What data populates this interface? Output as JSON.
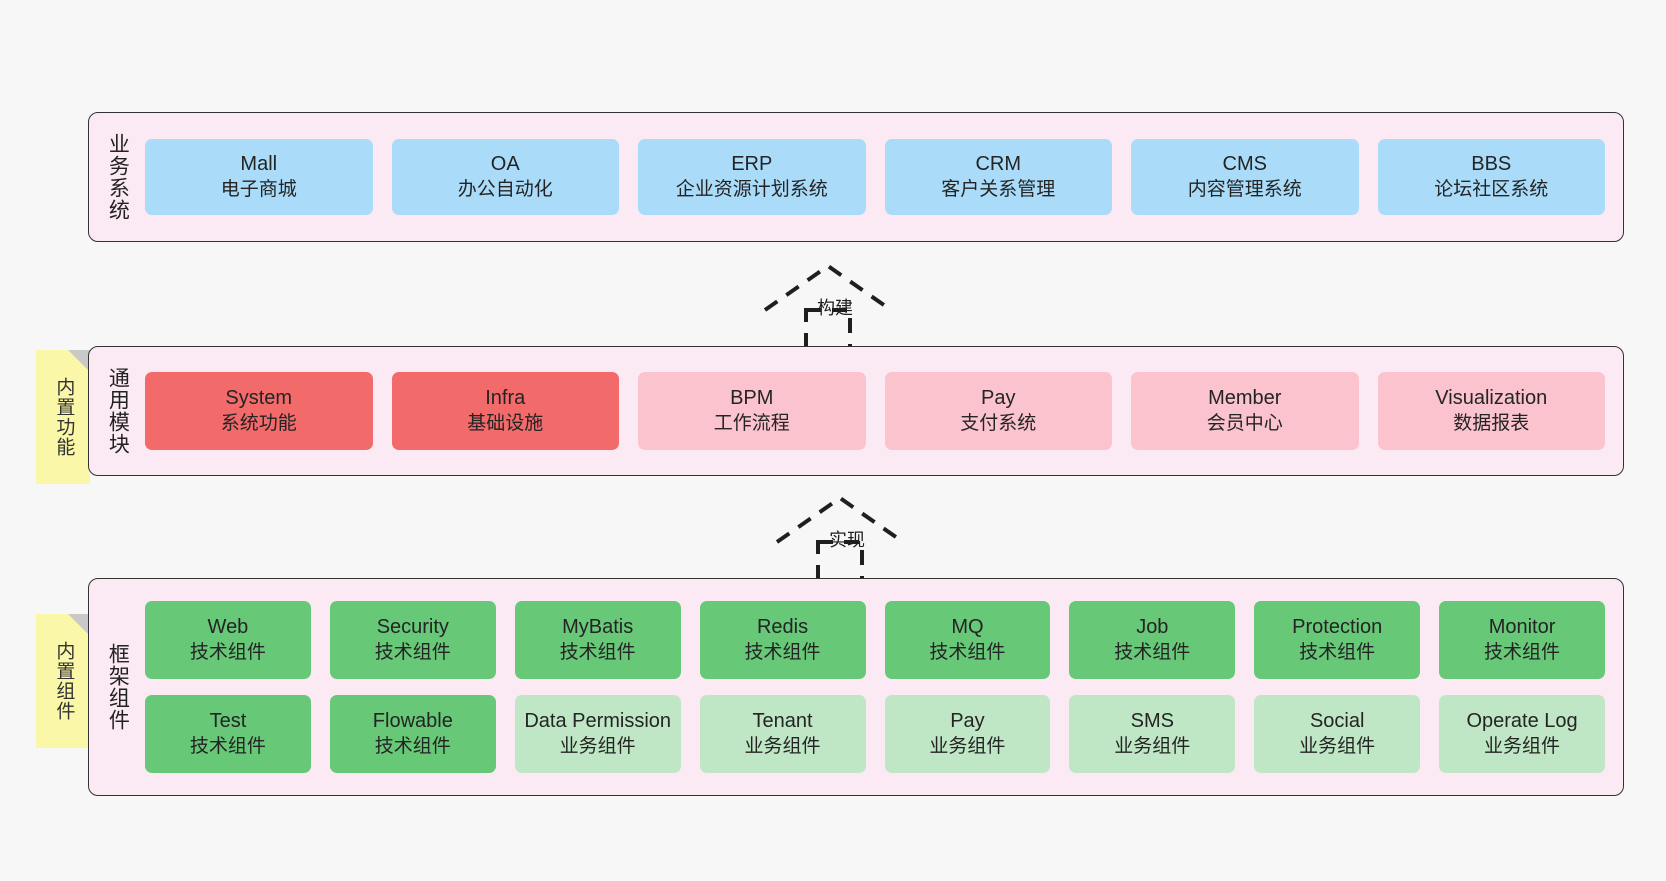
{
  "diagram": {
    "background_color": "#f7f7f7",
    "panel_color": "#fbeaf4",
    "panel_border_color": "#333333"
  },
  "layers": [
    {
      "id": "business-system",
      "title": "业务系统",
      "rows": [
        {
          "cards": [
            {
              "title": "Mall",
              "sub": "电子商城",
              "color": "#aadcfa",
              "style": "c-blue"
            },
            {
              "title": "OA",
              "sub": "办公自动化",
              "color": "#aadcfa",
              "style": "c-blue"
            },
            {
              "title": "ERP",
              "sub": "企业资源计划系统",
              "color": "#aadcfa",
              "style": "c-blue"
            },
            {
              "title": "CRM",
              "sub": "客户关系管理",
              "color": "#aadcfa",
              "style": "c-blue"
            },
            {
              "title": "CMS",
              "sub": "内容管理系统",
              "color": "#aadcfa",
              "style": "c-blue"
            },
            {
              "title": "BBS",
              "sub": "论坛社区系统",
              "color": "#aadcfa",
              "style": "c-blue"
            }
          ]
        }
      ]
    },
    {
      "id": "common-module",
      "title": "通用模块",
      "note": "内置功能",
      "rows": [
        {
          "cards": [
            {
              "title": "System",
              "sub": "系统功能",
              "color": "#f26a6a",
              "style": "c-red"
            },
            {
              "title": "Infra",
              "sub": "基础设施",
              "color": "#f26a6a",
              "style": "c-red"
            },
            {
              "title": "BPM",
              "sub": "工作流程",
              "color": "#fbc3cd",
              "style": "c-pink"
            },
            {
              "title": "Pay",
              "sub": "支付系统",
              "color": "#fbc3cd",
              "style": "c-pink"
            },
            {
              "title": "Member",
              "sub": "会员中心",
              "color": "#fbc3cd",
              "style": "c-pink"
            },
            {
              "title": "Visualization",
              "sub": "数据报表",
              "color": "#fbc3cd",
              "style": "c-pink"
            }
          ]
        }
      ]
    },
    {
      "id": "framework-component",
      "title": "框架组件",
      "note": "内置组件",
      "rows": [
        {
          "cards": [
            {
              "title": "Web",
              "sub": "技术组件",
              "color": "#67c878",
              "style": "c-green"
            },
            {
              "title": "Security",
              "sub": "技术组件",
              "color": "#67c878",
              "style": "c-green"
            },
            {
              "title": "MyBatis",
              "sub": "技术组件",
              "color": "#67c878",
              "style": "c-green"
            },
            {
              "title": "Redis",
              "sub": "技术组件",
              "color": "#67c878",
              "style": "c-green"
            },
            {
              "title": "MQ",
              "sub": "技术组件",
              "color": "#67c878",
              "style": "c-green"
            },
            {
              "title": "Job",
              "sub": "技术组件",
              "color": "#67c878",
              "style": "c-green"
            },
            {
              "title": "Protection",
              "sub": "技术组件",
              "color": "#67c878",
              "style": "c-green"
            },
            {
              "title": "Monitor",
              "sub": "技术组件",
              "color": "#67c878",
              "style": "c-green"
            }
          ]
        },
        {
          "cards": [
            {
              "title": "Test",
              "sub": "技术组件",
              "color": "#67c878",
              "style": "c-green"
            },
            {
              "title": "Flowable",
              "sub": "技术组件",
              "color": "#67c878",
              "style": "c-green"
            },
            {
              "title": "Data Permission",
              "sub": "业务组件",
              "color": "#bfe7c6",
              "style": "c-lightgrn"
            },
            {
              "title": "Tenant",
              "sub": "业务组件",
              "color": "#bfe7c6",
              "style": "c-lightgrn"
            },
            {
              "title": "Pay",
              "sub": "业务组件",
              "color": "#bfe7c6",
              "style": "c-lightgrn"
            },
            {
              "title": "SMS",
              "sub": "业务组件",
              "color": "#bfe7c6",
              "style": "c-lightgrn"
            },
            {
              "title": "Social",
              "sub": "业务组件",
              "color": "#bfe7c6",
              "style": "c-lightgrn"
            },
            {
              "title": "Operate Log",
              "sub": "业务组件",
              "color": "#bfe7c6",
              "style": "c-lightgrn"
            }
          ]
        }
      ]
    }
  ],
  "connectors": [
    {
      "id": "build",
      "label": "构建",
      "from": "common-module",
      "to": "business-system"
    },
    {
      "id": "implement",
      "label": "实现",
      "from": "framework-component",
      "to": "common-module"
    }
  ]
}
